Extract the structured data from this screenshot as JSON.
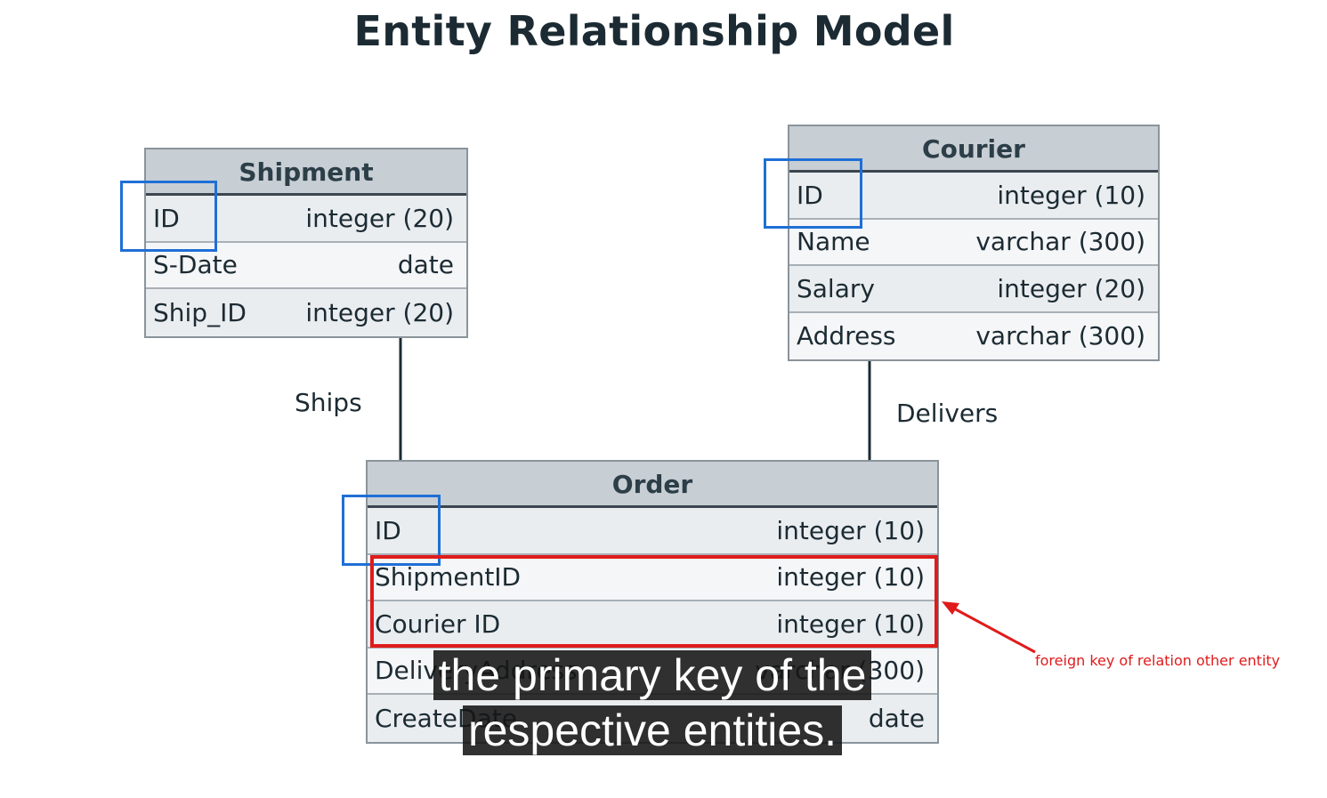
{
  "title": "Entity Relationship Model",
  "entities": {
    "shipment": {
      "name": "Shipment",
      "rows": [
        {
          "field": "ID",
          "type": "integer (20)"
        },
        {
          "field": "S-Date",
          "type": "date"
        },
        {
          "field": "Ship_ID",
          "type": "integer (20)"
        }
      ]
    },
    "courier": {
      "name": "Courier",
      "rows": [
        {
          "field": "ID",
          "type": "integer (10)"
        },
        {
          "field": "Name",
          "type": "varchar (300)"
        },
        {
          "field": "Salary",
          "type": "integer (20)"
        },
        {
          "field": "Address",
          "type": "varchar (300)"
        }
      ]
    },
    "order": {
      "name": "Order",
      "rows": [
        {
          "field": "ID",
          "type": "integer (10)"
        },
        {
          "field": "ShipmentID",
          "type": "integer (10)"
        },
        {
          "field": "Courier ID",
          "type": "integer (10)"
        },
        {
          "field": "DeliveryAddress",
          "type": "varchar (300)"
        },
        {
          "field": "CreateDate",
          "type": "date"
        }
      ]
    }
  },
  "relationships": {
    "ships": "Ships",
    "delivers": "Delivers"
  },
  "annotation": "foreign key of relation other entity",
  "caption": {
    "line1": "the primary key of the",
    "line2": "respective entities."
  },
  "colors": {
    "primary_key_highlight": "#1f6fd6",
    "foreign_key_highlight": "#e01b1b"
  }
}
